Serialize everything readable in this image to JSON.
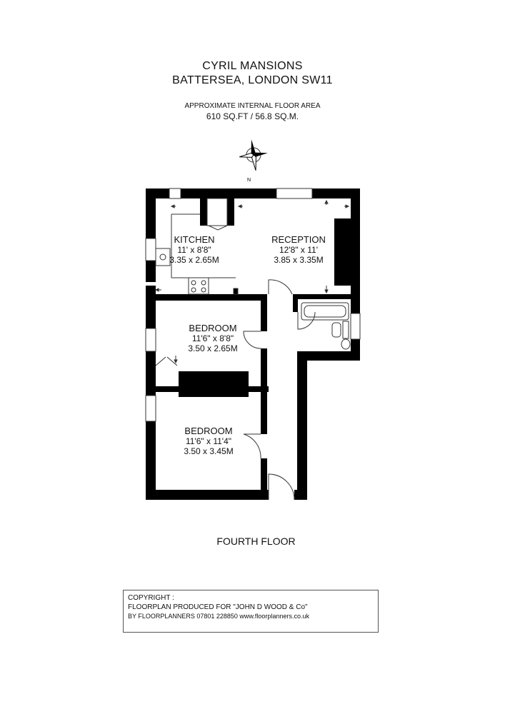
{
  "header": {
    "name": "CYRIL MANSIONS",
    "address": "BATTERSEA, LONDON SW11",
    "area_label": "APPROXIMATE INTERNAL FLOOR AREA",
    "area_value": "610 SQ.FT / 56.8 SQ.M."
  },
  "compass": {
    "north_label": "N",
    "icon": "compass-rose-icon"
  },
  "rooms": {
    "kitchen": {
      "name": "KITCHEN",
      "imperial": "11' x 8'8\"",
      "metric": "3.35 x 2.65M"
    },
    "reception": {
      "name": "RECEPTION",
      "imperial": "12'8\" x 11'",
      "metric": "3.85 x 3.35M"
    },
    "bedroom1": {
      "name": "BEDROOM",
      "imperial": "11'6\" x 8'8\"",
      "metric": "3.50 x 2.65M"
    },
    "bedroom2": {
      "name": "BEDROOM",
      "imperial": "11'6\" x 11'4\"",
      "metric": "3.50 x 3.45M"
    }
  },
  "floor_label": "FOURTH FLOOR",
  "copyright": {
    "line1": "COPYRIGHT :",
    "line2": "FLOORPLAN PRODUCED FOR \"JOHN D WOOD & Co\"",
    "line3": "BY FLOORPLANNERS 07801 228850 www.floorplanners.co.uk"
  },
  "colors": {
    "wall": "#000000",
    "line": "#222222",
    "background": "#ffffff"
  }
}
